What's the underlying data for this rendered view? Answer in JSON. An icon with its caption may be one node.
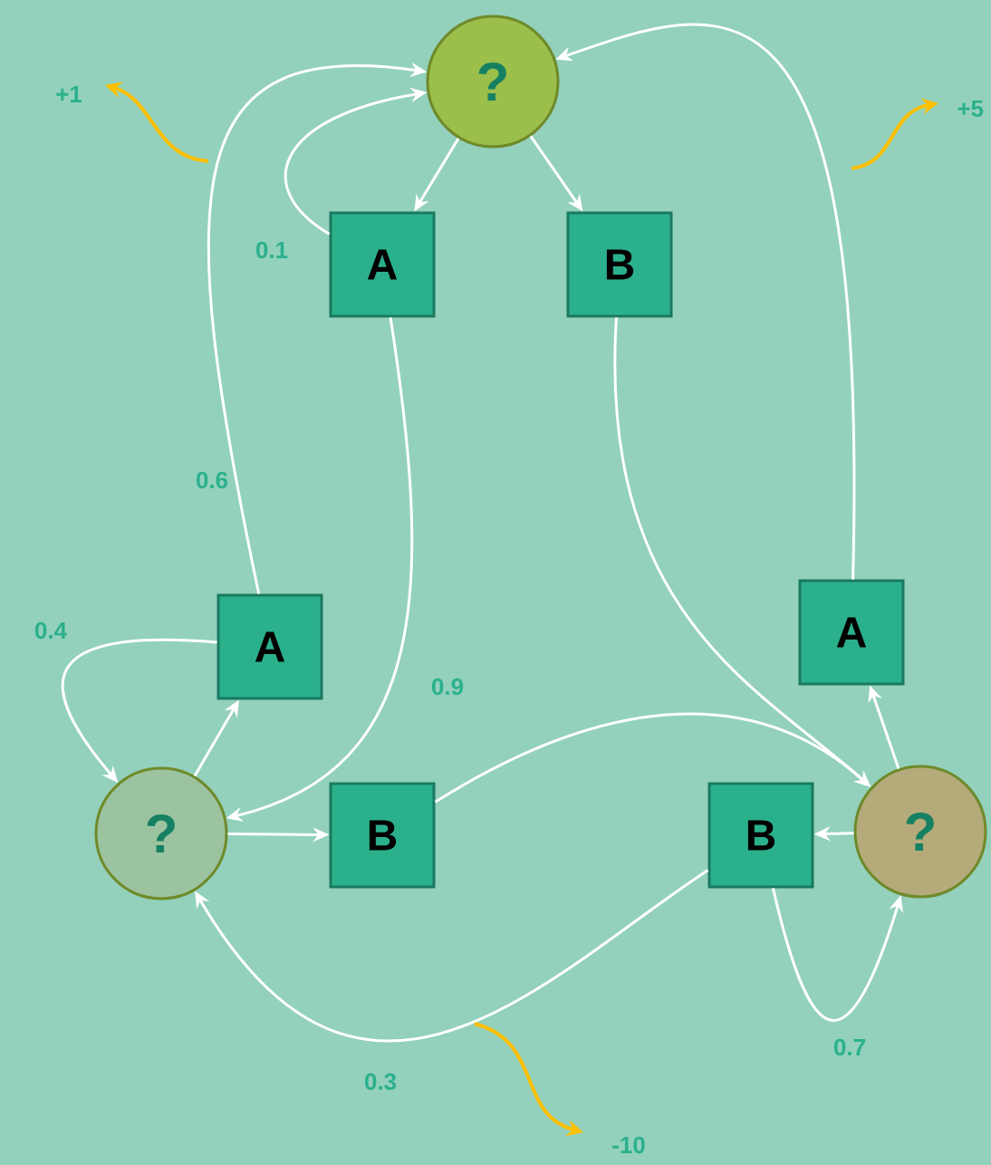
{
  "diagram": {
    "nodes": [
      {
        "text": [
          "?"
        ]
      },
      {
        "text": [
          "A"
        ]
      },
      {
        "text": [
          "B"
        ]
      },
      {
        "text": [
          "A"
        ]
      },
      {
        "text": [
          "?"
        ]
      },
      {
        "text": [
          "B"
        ]
      },
      {
        "text": [
          "B"
        ]
      },
      {
        "text": [
          "A"
        ]
      },
      {
        "text": [
          "?"
        ]
      }
    ],
    "edges": [
      {
        "from": 0,
        "to": 1,
        "arrow": "to"
      },
      {
        "from": 0,
        "to": 2,
        "arrow": "to"
      },
      {
        "from": 1,
        "to": 0,
        "arrow": "to",
        "label": "0.1"
      },
      {
        "from": 1,
        "to": 4,
        "arrow": "to",
        "label": "0.9"
      },
      {
        "from": 2,
        "to": 8,
        "arrow": "to"
      },
      {
        "from": 3,
        "to": 0,
        "arrow": "to",
        "label": "0.6"
      },
      {
        "from": 3,
        "to": 4,
        "arrow": "to",
        "label": "0.4"
      },
      {
        "from": 4,
        "to": 3,
        "arrow": "to"
      },
      {
        "from": 4,
        "to": 5,
        "arrow": "to"
      },
      {
        "from": 5,
        "to": 8,
        "arrow": "to"
      },
      {
        "from": 6,
        "to": 4,
        "arrow": "to",
        "label": "0.3"
      },
      {
        "from": 6,
        "to": 8,
        "arrow": "to",
        "label": "0.7"
      },
      {
        "from": 8,
        "to": 6,
        "arrow": "to"
      },
      {
        "from": 8,
        "to": 7,
        "arrow": "to"
      },
      {
        "from": 7,
        "to": 0,
        "arrow": "to"
      }
    ],
    "labels": [
      "+1",
      "+5",
      "-10"
    ]
  }
}
